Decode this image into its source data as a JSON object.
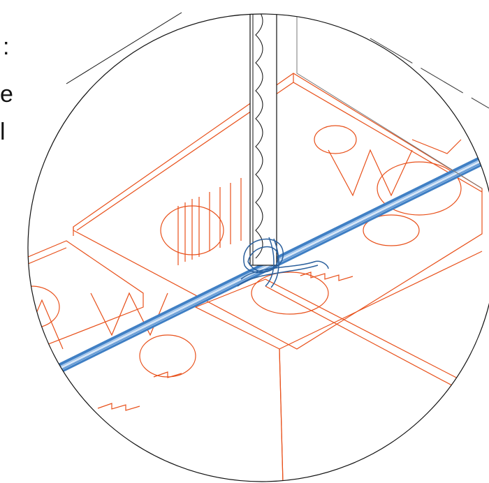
{
  "text_fragments": [
    ":",
    "e",
    "l"
  ],
  "colors": {
    "outline": "#111111",
    "block_edges": "#e8501a",
    "rebar": "#3f7fc4",
    "rebar_light": "#a9c9ec",
    "wire_tie": "#2a5f9c",
    "guide": "#333333"
  },
  "parts": [
    "magnified-circle",
    "concrete-blocks",
    "vertical-rebar",
    "horizontal-rebar",
    "wire-tie",
    "leader-line"
  ]
}
